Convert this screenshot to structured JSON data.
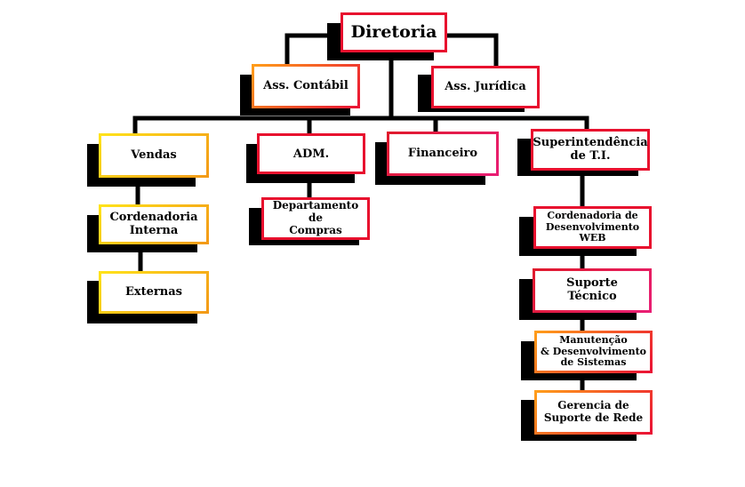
{
  "diagram": {
    "diretoria": "Diretoria",
    "ass_contabil": "Ass. Contábil",
    "ass_juridica": "Ass. Jurídica",
    "vendas": "Vendas",
    "cordenadoria_interna": "Cordenadoria\nInterna",
    "externas": "Externas",
    "adm": "ADM.",
    "departamento_compras": "Departamento de\nCompras",
    "financeiro": "Financeiro",
    "superintendencia": "Superintendência\nde T.I.",
    "cordenadoria_web": "Cordenadoria de\nDesenvolvimento\nWEB",
    "suporte_tecnico": "Suporte\nTécnico",
    "manutencao": "Manutenção\n& Desenvolvimento\nde Sistemas",
    "gerencia_rede": "Gerencia de\nSuporte de Rede"
  }
}
